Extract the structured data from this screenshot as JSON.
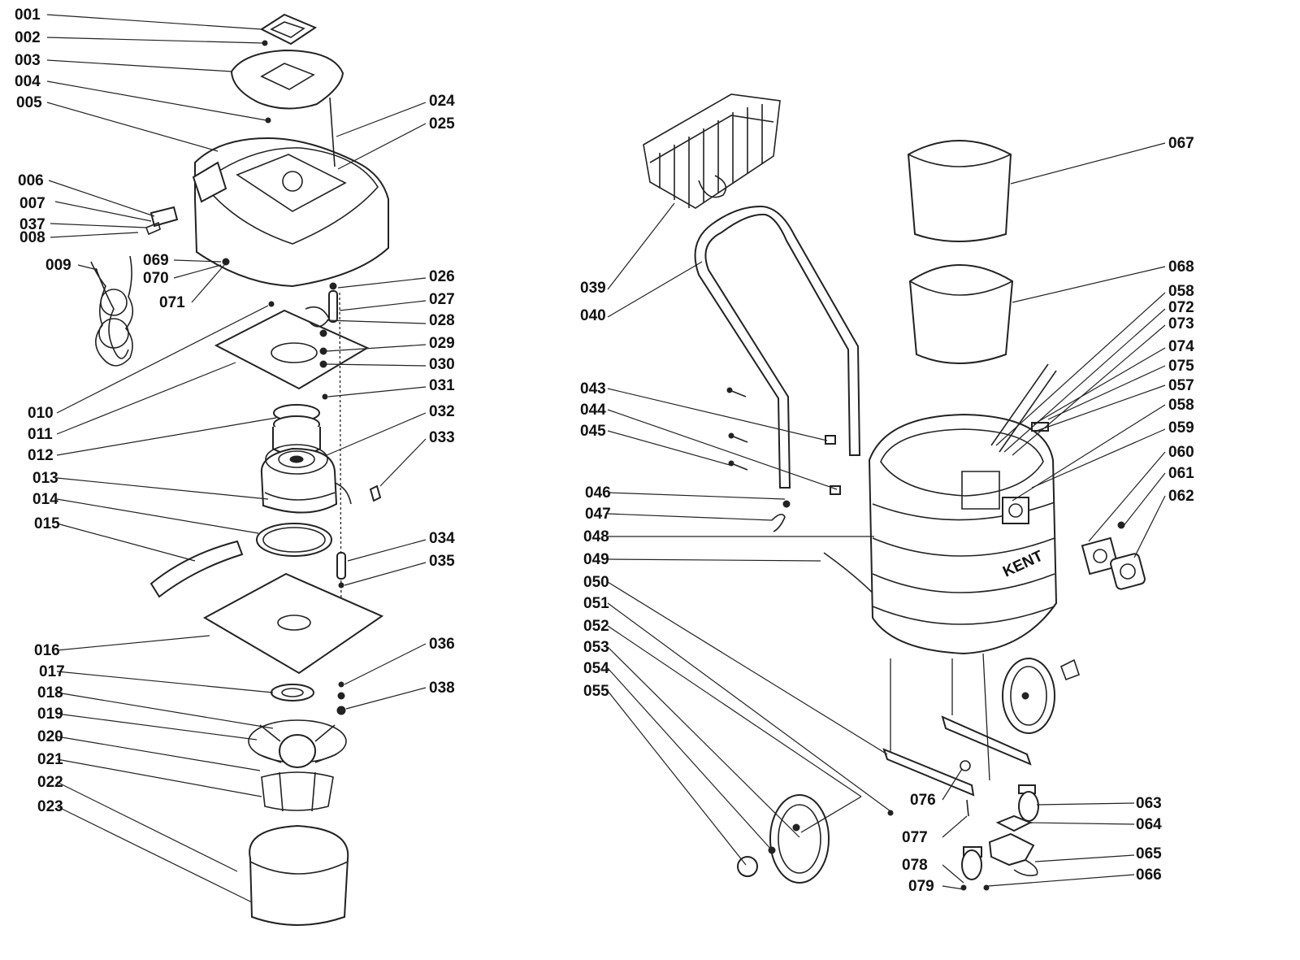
{
  "diagram": {
    "brand": "KENT",
    "left_callouts": [
      "001",
      "002",
      "003",
      "004",
      "005",
      "006",
      "007",
      "037",
      "008",
      "009",
      "069",
      "070",
      "071",
      "010",
      "011",
      "012",
      "013",
      "014",
      "015",
      "016",
      "017",
      "018",
      "019",
      "020",
      "021",
      "022",
      "023",
      "024",
      "025",
      "026",
      "027",
      "028",
      "029",
      "030",
      "031",
      "032",
      "033",
      "034",
      "035",
      "036",
      "038"
    ],
    "right_callouts": [
      "039",
      "040",
      "043",
      "044",
      "045",
      "046",
      "047",
      "048",
      "049",
      "050",
      "051",
      "052",
      "053",
      "054",
      "055",
      "067",
      "068",
      "058",
      "072",
      "073",
      "074",
      "075",
      "057",
      "058",
      "059",
      "060",
      "061",
      "062",
      "063",
      "064",
      "065",
      "066",
      "076",
      "077",
      "078",
      "079"
    ]
  }
}
